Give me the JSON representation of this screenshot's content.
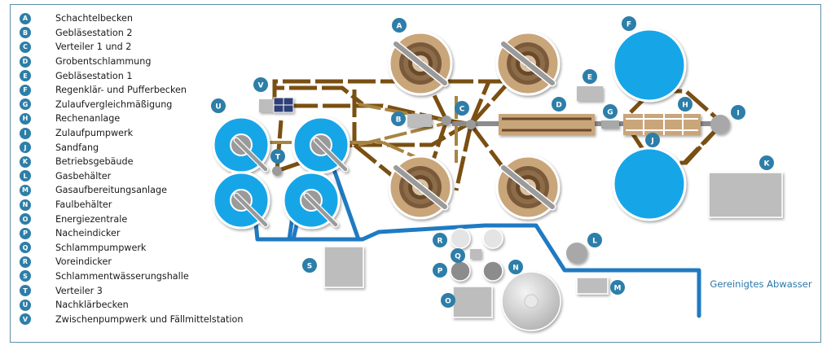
{
  "legend": [
    {
      "letter": "A",
      "label": "Schachtelbecken"
    },
    {
      "letter": "B",
      "label": "Gebläsestation 2"
    },
    {
      "letter": "C",
      "label": "Verteiler 1 und 2"
    },
    {
      "letter": "D",
      "label": "Grobentschlammung"
    },
    {
      "letter": "E",
      "label": "Gebläsestation 1"
    },
    {
      "letter": "F",
      "label": "Regenklär- und Pufferbecken"
    },
    {
      "letter": "G",
      "label": "Zulaufvergleichmäßigung"
    },
    {
      "letter": "H",
      "label": "Rechenanlage"
    },
    {
      "letter": "I",
      "label": "Zulaufpumpwerk"
    },
    {
      "letter": "J",
      "label": "Sandfang"
    },
    {
      "letter": "K",
      "label": "Betriebsgebäude"
    },
    {
      "letter": "L",
      "label": "Gasbehälter"
    },
    {
      "letter": "M",
      "label": "Gasaufbereitungsanlage"
    },
    {
      "letter": "N",
      "label": "Faulbehälter"
    },
    {
      "letter": "O",
      "label": "Energiezentrale"
    },
    {
      "letter": "P",
      "label": "Nacheindicker"
    },
    {
      "letter": "Q",
      "label": "Schlammpumpwerk"
    },
    {
      "letter": "R",
      "label": "Voreindicker"
    },
    {
      "letter": "S",
      "label": "Schlammentwässerungshalle"
    },
    {
      "letter": "T",
      "label": "Verteiler 3"
    },
    {
      "letter": "U",
      "label": "Nachklärbecken"
    },
    {
      "letter": "V",
      "label": "Zwischenpumpwerk und Fällmittelstation"
    }
  ],
  "outlet_label": "Gereinigtes Abwasser",
  "colors": {
    "frame": "#5e8fa7",
    "badge": "#2d7ea8",
    "pipe_brown": "#7a4f12",
    "pipe_light": "#a88441",
    "pipe_blue": "#1f7ac2",
    "basin_water": "#16a6e8",
    "tank_tan": "#c9a57a",
    "building_gray": "#bdbdbd"
  },
  "icons": [
    "letter-badge-icon",
    "clarifier-bridge-icon",
    "digester-dome-icon",
    "pump-station-icon",
    "solar-panel-icon"
  ]
}
